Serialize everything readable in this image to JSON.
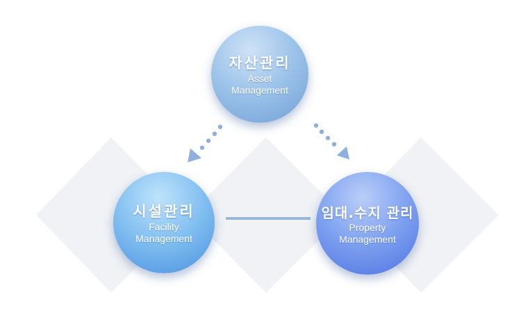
{
  "nodes": {
    "asset": {
      "kr": "자산관리",
      "en1": "Asset",
      "en2": "Management"
    },
    "facility": {
      "kr": "시설관리",
      "en1": "Facility",
      "en2": "Management"
    },
    "property": {
      "kr": "임대.수지 관리",
      "en1": "Property",
      "en2": "Management"
    }
  },
  "colors": {
    "diamond": "#f0f2f5",
    "arrow": "#8fb0dc",
    "connector": "#9bb6d8"
  }
}
